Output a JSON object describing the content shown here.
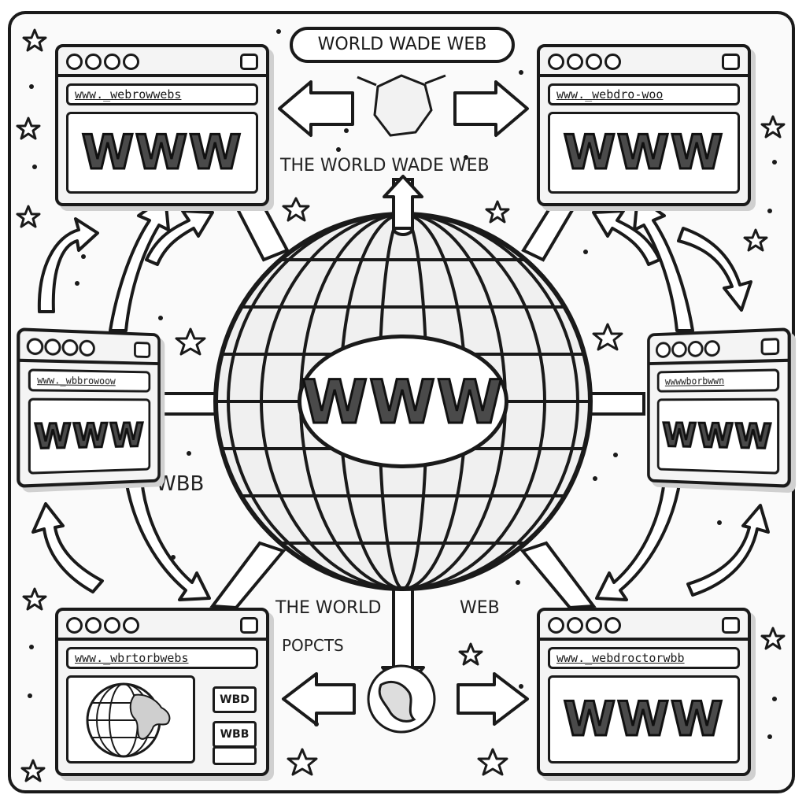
{
  "header": {
    "title": "WORLD WADE WEB"
  },
  "labels": {
    "subtitle": "THE WORLD WADE WEB",
    "left_label": "WBB",
    "bottom_left": "THE WORLD",
    "bottom_right": "WEB",
    "bottom_small": "POPCTS"
  },
  "center": {
    "text": "WWW"
  },
  "windows": [
    {
      "id": "top-left",
      "address": "www._webrowwebs",
      "content": "WWW"
    },
    {
      "id": "top-right",
      "address": "www._webdro-woo",
      "content": "WWW"
    },
    {
      "id": "mid-left",
      "address": "www._wbbrowoow",
      "content": "WWW"
    },
    {
      "id": "mid-right",
      "address": "wwwwborbwwn",
      "content": "WWW"
    },
    {
      "id": "bottom-left",
      "address": "www._wbrtorbwebs",
      "content": "",
      "side_buttons": [
        "WBD",
        "WBB",
        ""
      ]
    },
    {
      "id": "bottom-right",
      "address": "www._webdroctorwbb",
      "content": "WWW"
    }
  ],
  "colors": {
    "ink": "#1a1a1a",
    "paper": "#ffffff",
    "fill": "#4a4a4a"
  }
}
